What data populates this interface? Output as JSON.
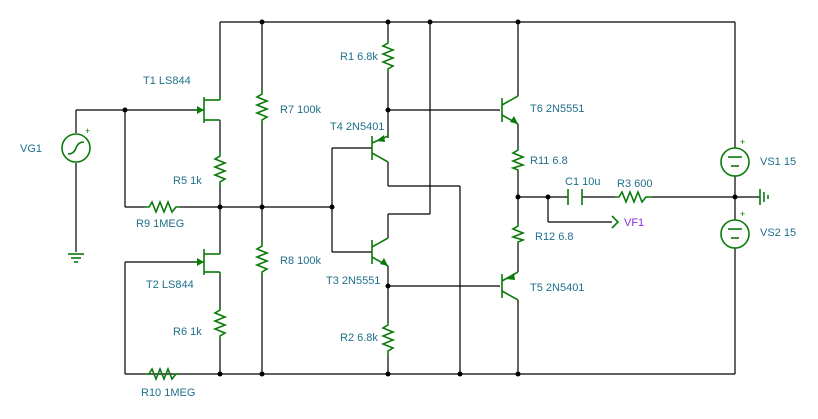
{
  "labels": {
    "vg1": "VG1",
    "t1": "T1 LS844",
    "t2": "T2 LS844",
    "t3": "T3 2N5551",
    "t4": "T4 2N5401",
    "t5": "T5 2N5401",
    "t6": "T6 2N5551",
    "r1": "R1 6.8k",
    "r2": "R2 6.8k",
    "r3": "R3 600",
    "r5": "R5 1k",
    "r6": "R6 1k",
    "r7": "R7 100k",
    "r8": "R8 100k",
    "r9": "R9 1MEG",
    "r10": "R10 1MEG",
    "r11": "R11 6.8",
    "r12": "R12 6.8",
    "c1": "C1 10u",
    "vf1": "VF1",
    "vs1": "VS1 15",
    "vs2": "VS2 15"
  },
  "polarity": "+",
  "colors": {
    "wire": "#000000",
    "component": "#0a7a0a",
    "label": "#1f6f8b",
    "probe": "#8a2be2"
  }
}
